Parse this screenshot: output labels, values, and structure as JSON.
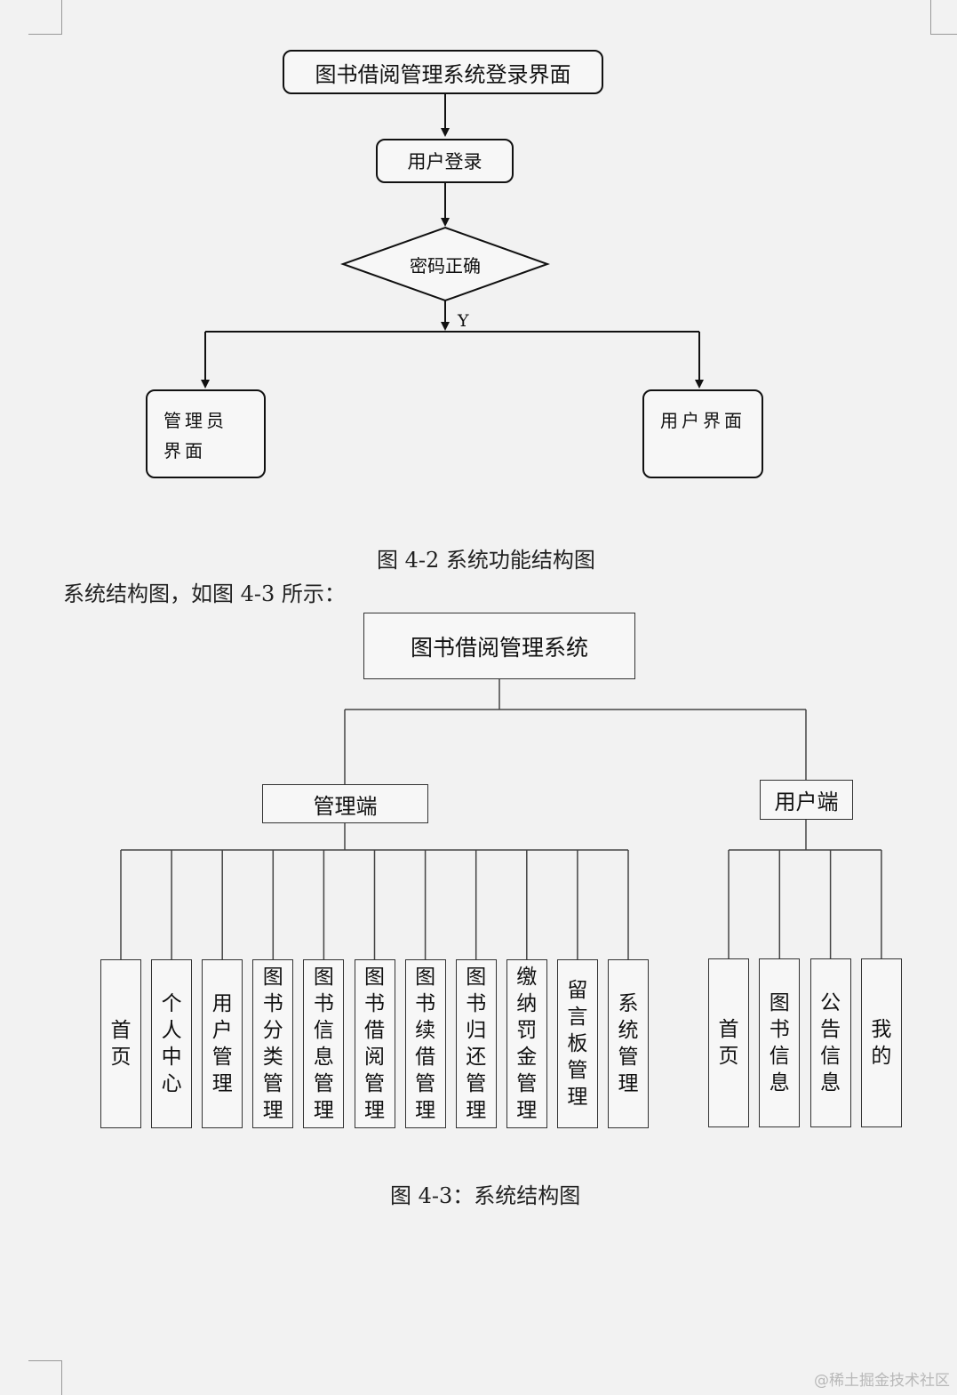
{
  "flowchart": {
    "title": "图书借阅管理系统登录界面",
    "login": "用户登录",
    "decision": "密码正确",
    "yes_label": "Y",
    "admin_view": "管理员界面",
    "user_view": "用户界面"
  },
  "caption_4_2": "图 4-2 系统功能结构图",
  "intro_text": "系统结构图，如图 4-3 所示：",
  "structure": {
    "root": "图书借阅管理系统",
    "admin_side": {
      "label": "管理端",
      "modules": [
        "首页",
        "个人中心",
        "用户管理",
        "图书分类管理",
        "图书信息管理",
        "图书借阅管理",
        "图书续借管理",
        "图书归还管理",
        "缴纳罚金管理",
        "留言板管理",
        "系统管理"
      ]
    },
    "user_side": {
      "label": "用户端",
      "modules": [
        "首页",
        "图书信息",
        "公告信息",
        "我的"
      ]
    }
  },
  "caption_4_3": "图 4-3：系统结构图",
  "watermark": "@稀土掘金技术社区"
}
